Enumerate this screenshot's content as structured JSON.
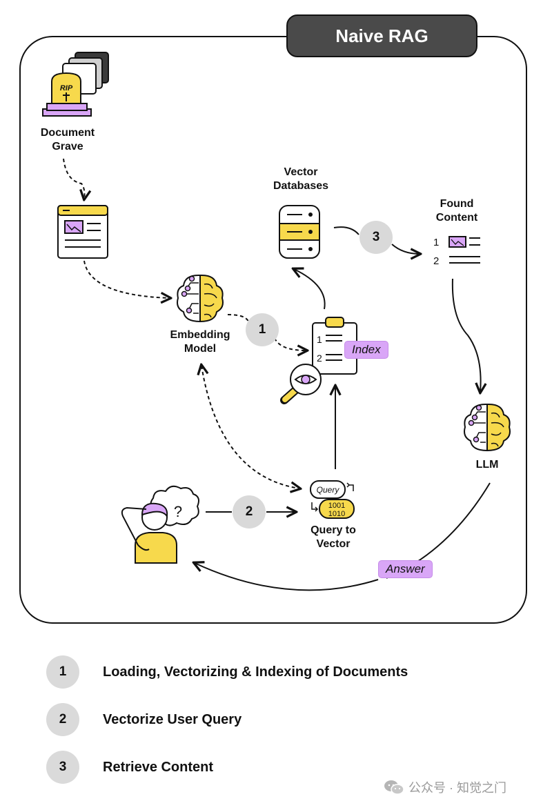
{
  "title": "Naive RAG",
  "nodes": {
    "document_grave": "Document\nGrave",
    "vector_databases": "Vector\nDatabases",
    "found_content": "Found\nContent",
    "embedding_model": "Embedding\nModel",
    "llm": "LLM",
    "query_to_vector": "Query to\nVector"
  },
  "tags": {
    "index": "Index",
    "answer": "Answer"
  },
  "icon_text": {
    "rip": "RIP",
    "query": "Query",
    "binary_1": "1001",
    "binary_2": "1010",
    "found_item_1": "1",
    "found_item_2": "2",
    "index_item_1": "1",
    "index_item_2": "2"
  },
  "steps": [
    "1",
    "2",
    "3"
  ],
  "legend": [
    {
      "num": "1",
      "text": "Loading, Vectorizing & Indexing of Documents"
    },
    {
      "num": "2",
      "text": "Vectorize User Query"
    },
    {
      "num": "3",
      "text": "Retrieve Content"
    }
  ],
  "watermark": "公众号 · 知觉之门",
  "colors": {
    "yellow": "#f7d94c",
    "purple": "#d9a6f7",
    "gray_circle": "#d9d9d9",
    "title_bg": "#4a4a4a"
  }
}
